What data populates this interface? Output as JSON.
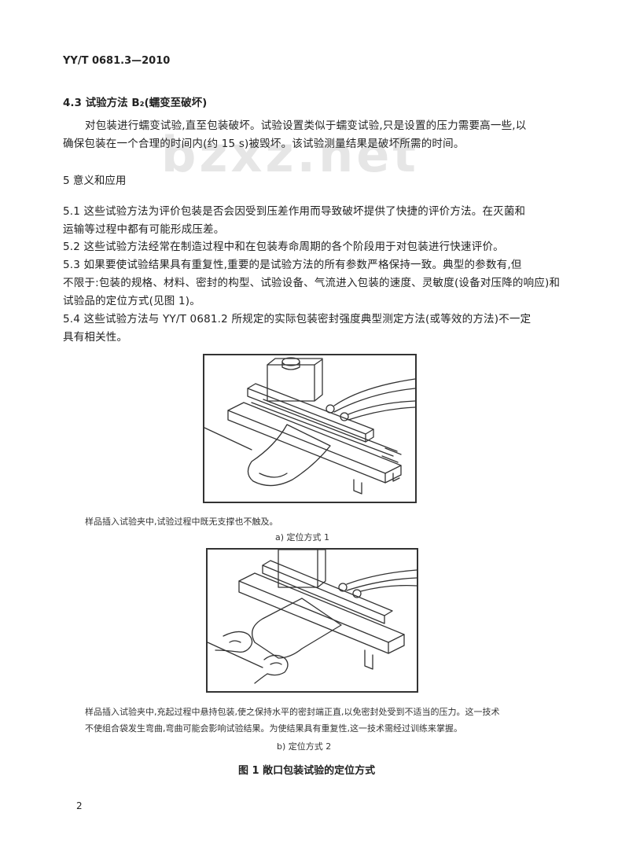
{
  "header": {
    "standard_id": "YY/T 0681.3—2010"
  },
  "watermark": "bzxz.net",
  "section_4_3": {
    "heading": "4.3  试验方法 B₂(蠕变至破坏)",
    "line1": "对包装进行蠕变试验,直至包装破坏。试验设置类似于蠕变试验,只是设置的压力需要高一些,以",
    "line2": "确保包装在一个合理的时间内(约 15 s)被毁坏。该试验测量结果是破坏所需的时间。"
  },
  "section_5": {
    "heading": "5  意义和应用"
  },
  "para_5_1": {
    "line1": "5.1  这些试验方法为评价包装是否会因受到压差作用而导致破坏提供了快捷的评价方法。在灭菌和",
    "line2": "运输等过程中都有可能形成压差。"
  },
  "para_5_2": {
    "line1": "5.2  这些试验方法经常在制造过程中和在包装寿命周期的各个阶段用于对包装进行快速评价。"
  },
  "para_5_3": {
    "line1": "5.3  如果要使试验结果具有重复性,重要的是试验方法的所有参数严格保持一致。典型的参数有,但",
    "line2": "不限于:包装的规格、材料、密封的构型、试验设备、气流进入包装的速度、灵敏度(设备对压降的响应)和",
    "line3": "试验品的定位方式(见图 1)。"
  },
  "para_5_4": {
    "line1": "5.4  这些试验方法与 YY/T 0681.2 所规定的实际包装密封强度典型测定方法(或等效的方法)不一定",
    "line2": "具有相关性。"
  },
  "figure_a": {
    "note": "样品插入试验夹中,试验过程中既无支撑也不触及。",
    "label": "a)  定位方式 1"
  },
  "figure_b": {
    "note_line1": "样品插入试验夹中,充起过程中悬持包装,使之保持水平的密封端正直,以免密封处受到不适当的压力。这一技术",
    "note_line2": "不使组合袋发生弯曲,弯曲可能会影响试验结果。为使结果具有重复性,这一技术需经过训练来掌握。",
    "label": "b)  定位方式 2"
  },
  "figure_caption": "图 1  敞口包装试验的定位方式",
  "footer": {
    "page_number": "2"
  }
}
